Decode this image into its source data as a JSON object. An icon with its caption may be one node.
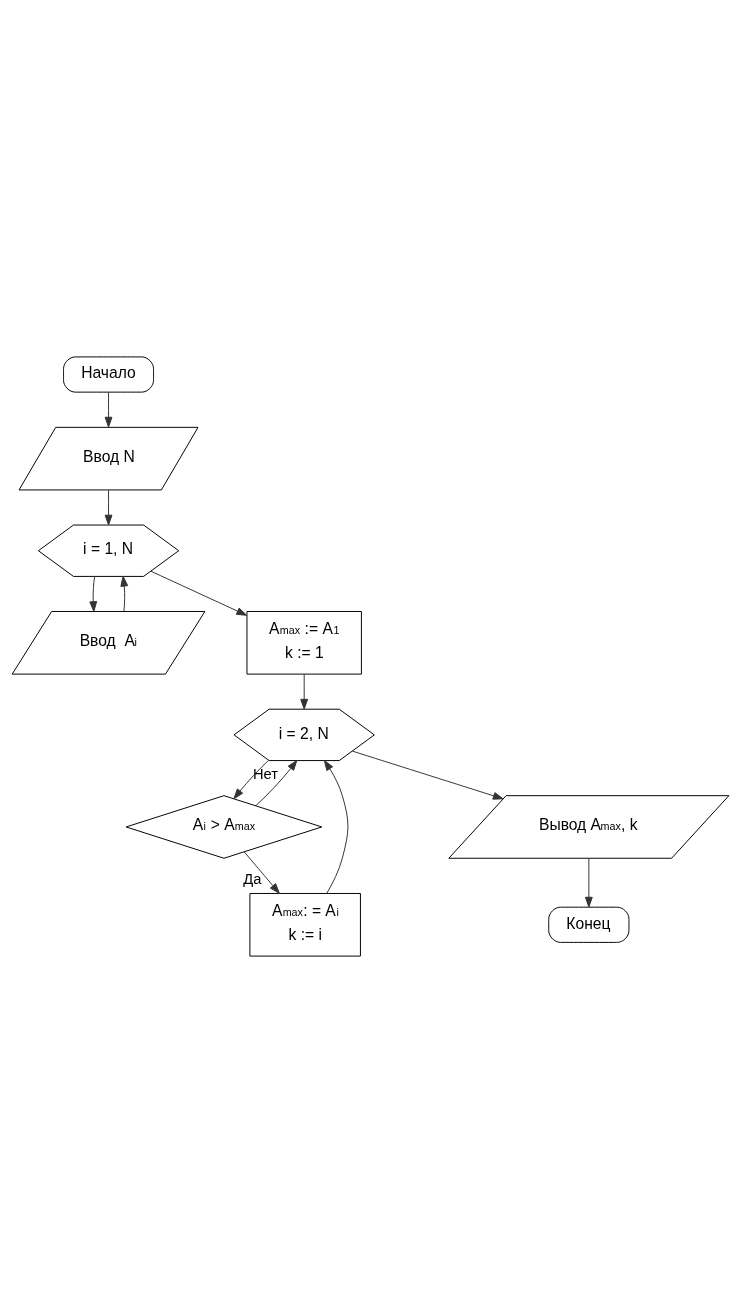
{
  "diagram": {
    "nodes": [
      {
        "text": [
          "Начало"
        ]
      },
      {
        "text": [
          "Ввод N"
        ]
      },
      {
        "text": [
          "i = 1, N"
        ]
      },
      {
        "text": [
          "Ввод  A$_{i}$"
        ]
      },
      {
        "text": [
          "A$_{max}$ := A$_{1}$",
          "k := 1"
        ]
      },
      {
        "text": [
          "i = 2, N"
        ]
      },
      {
        "text": [
          "A$_{i}$ > A$_{max}$"
        ]
      },
      {
        "text": [
          "Вывод A$_{max}$, k"
        ]
      },
      {
        "text": [
          "A$_{max}$: = A$_{i}$",
          "k := i"
        ]
      },
      {
        "text": [
          "Конец"
        ]
      }
    ],
    "edges": [
      {
        "from": 0,
        "to": 1,
        "arrow": "to"
      },
      {
        "from": 1,
        "to": 2,
        "arrow": "to"
      },
      {
        "from": 2,
        "to": 3,
        "arrow": "to"
      },
      {
        "from": 3,
        "to": 2,
        "arrow": "to"
      },
      {
        "from": 2,
        "to": 4,
        "arrow": "to"
      },
      {
        "from": 4,
        "to": 5,
        "arrow": "to"
      },
      {
        "from": 5,
        "to": 6,
        "arrow": "to"
      },
      {
        "from": 5,
        "to": 7,
        "arrow": "to"
      },
      {
        "from": 6,
        "to": 8,
        "arrow": "to",
        "label": "Да"
      },
      {
        "from": 6,
        "to": 5,
        "arrow": "to",
        "label": "Нет"
      },
      {
        "from": 8,
        "to": 5,
        "arrow": "to"
      },
      {
        "from": 7,
        "to": 9,
        "arrow": "to"
      }
    ]
  }
}
